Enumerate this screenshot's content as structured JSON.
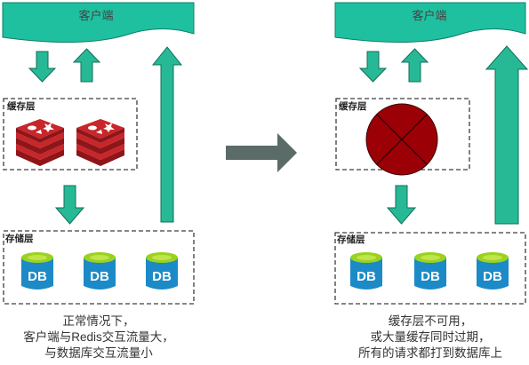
{
  "colors": {
    "banner": "#1ec0a0",
    "banner_stroke": "#0f7f68",
    "banner_text": "#444444",
    "arrow": "#27b996",
    "arrow_stroke": "#0f6f5a",
    "big_arrow": "#5b6b67",
    "dashed_border": "#3d3d3d",
    "redis_red": "#c8262a",
    "redis_dark": "#8e1619",
    "db_top": "#9ad21f",
    "db_body": "#1c8ac6",
    "broken_cache": "#9b0006"
  },
  "icons": {
    "cache_icon": "redis-icon",
    "db_icon": "database-icon",
    "broken_icon": "broken-cache-icon",
    "transition_icon": "arrow-right-icon"
  },
  "diagram": {
    "left": {
      "client_label": "客户端",
      "cache_label": "缓存层",
      "storage_label": "存储层",
      "db_labels": [
        "DB",
        "DB",
        "DB"
      ],
      "caption": [
        "正常情况下，",
        "客户端与Redis交互流量大，",
        "与数据库交互流量小"
      ]
    },
    "right": {
      "client_label": "客户端",
      "cache_label": "缓存层",
      "storage_label": "存储层",
      "db_labels": [
        "DB",
        "DB",
        "DB"
      ],
      "caption": [
        "缓存层不可用，",
        "或大量缓存同时过期，",
        "所有的请求都打到数据库上"
      ]
    }
  }
}
